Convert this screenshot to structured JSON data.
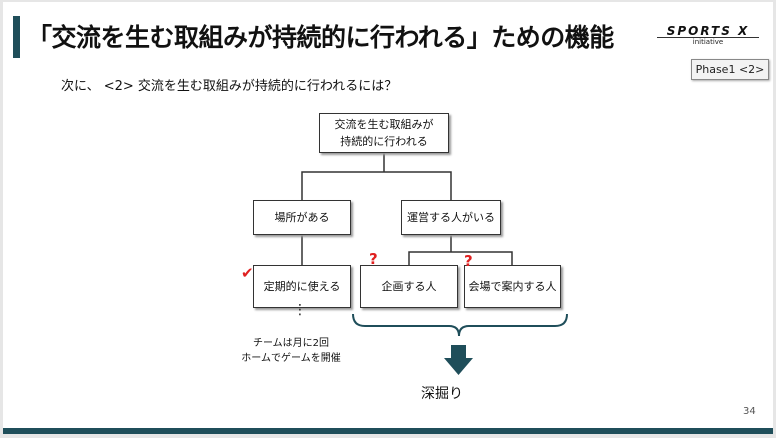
{
  "header": {
    "title": "「交流を生む取組みが持続的に行われる」ための機能",
    "logo_text": "SPORTS X",
    "logo_sub": "initiative",
    "phase_label": "Phase1 <2>"
  },
  "subtitle": "次に、 <2> 交流を生む取組みが持続的に行われるには？",
  "tree": {
    "root": "交流を生む取組みが\n持続的に行われる",
    "left": "場所がある",
    "right": "運営する人がいる",
    "leaf_left": "定期的に使える",
    "leaf_mid": "企画する人",
    "leaf_right": "会場で案内する人"
  },
  "marks": {
    "check": "✔",
    "question_1": "?",
    "question_2": "?"
  },
  "note": {
    "ellipsis": "⋮",
    "line1": "チームは月に2回",
    "line2": "ホームでゲームを開催"
  },
  "dig_label": "深掘り",
  "page_number": "34",
  "colors": {
    "accent": "#1f4e5a",
    "mark_red": "#e02020"
  }
}
